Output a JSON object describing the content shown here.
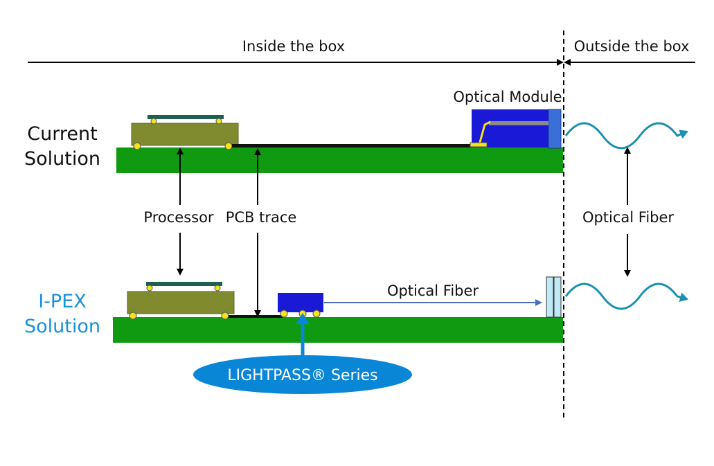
{
  "header": {
    "inside_label": "Inside the box",
    "outside_label": "Outside the box"
  },
  "rows": {
    "current_line1": "Current",
    "current_line2": "Solution",
    "ipex_line1": "I-PEX",
    "ipex_line2": "Solution"
  },
  "labels": {
    "optical_module": "Optical Module",
    "processor": "Processor",
    "pcb_trace": "PCB trace",
    "optical_fiber_right": "Optical Fiber",
    "optical_fiber_mid": "Optical Fiber"
  },
  "badge": {
    "text": "LIGHTPASS® Series"
  },
  "colors": {
    "pcb": "#0f9a12",
    "chip": "#7f8b2e",
    "lid": "#1e5f52",
    "solder": "#f3e31a",
    "module": "#1919d6",
    "fiber_wave": "#1b8fb0",
    "accent": "#0a86d6",
    "ipex_text": "#1592d9"
  }
}
